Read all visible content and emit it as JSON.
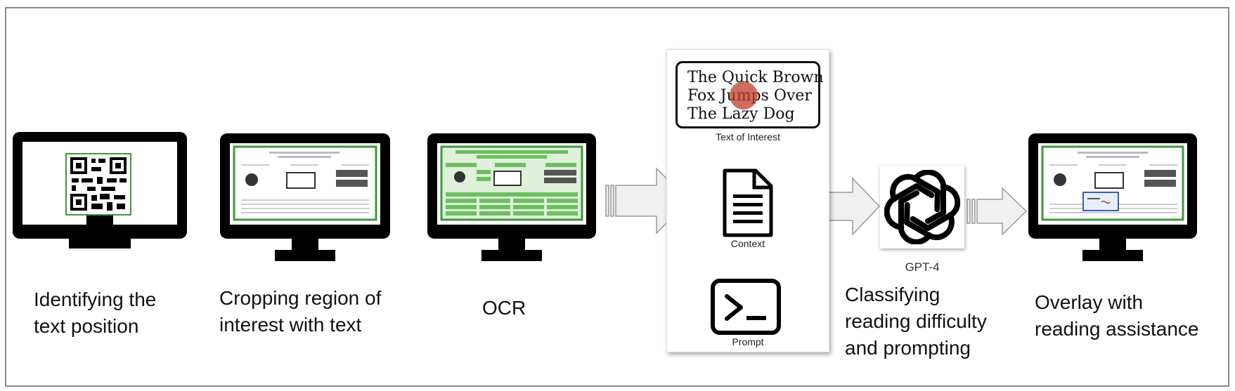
{
  "steps": [
    {
      "label": "Identifying the\ntext position"
    },
    {
      "label": "Cropping region of\ninterest with text"
    },
    {
      "label": "OCR"
    },
    {
      "label": "Classifying\nreading difficulty\nand prompting"
    },
    {
      "label": "Overlay with\nreading assistance"
    }
  ],
  "panel": {
    "quote_lines": [
      "The Quick Brown",
      "Fox Jumps Over",
      "The Lazy Dog"
    ],
    "text_of_interest_label": "Text of Interest",
    "context_label": "Context",
    "prompt_label": "Prompt"
  },
  "model": {
    "label": "GPT-4",
    "icon": "openai-logo-icon"
  },
  "colors": {
    "monitor": "#000000",
    "highlight": "#6cbf5f",
    "highlight_border": "#3e9a3a",
    "arrow_fill": "#f0f0f0",
    "arrow_stroke": "#9a9a9a",
    "gaze_dot": "#c0392b"
  }
}
